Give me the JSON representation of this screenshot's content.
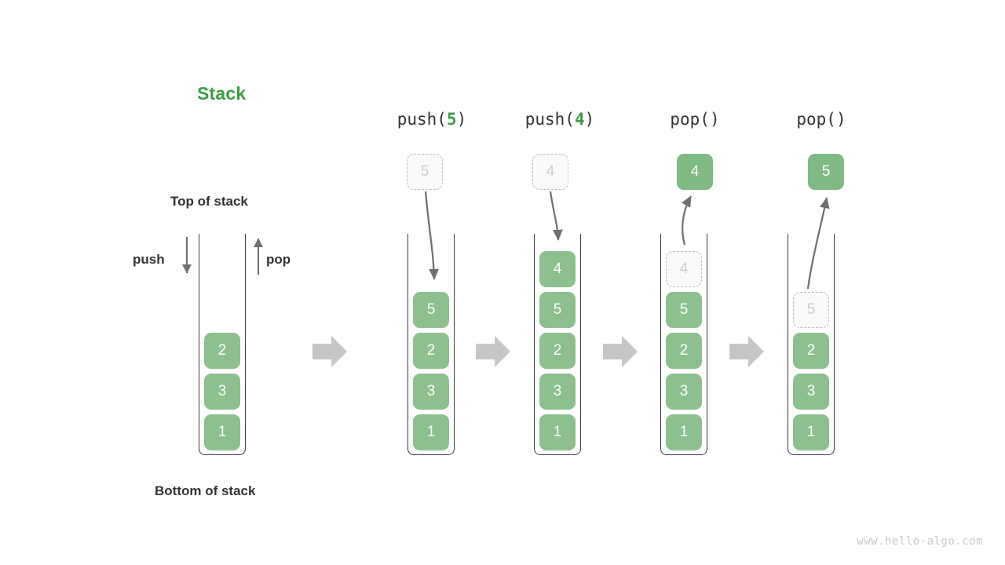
{
  "diagram": {
    "title": "Stack",
    "watermark": "www.hello-algo.com",
    "labels": {
      "top_of_stack": "Top of stack",
      "bottom_of_stack": "Bottom of stack",
      "push": "push",
      "pop": "pop"
    },
    "colors": {
      "title_green": "#3f9c45",
      "cell_green": "#8cc08e",
      "cell_text": "#ffffff",
      "ghost_fill": "#fafafa",
      "ghost_border": "#bdbdbd",
      "ghost_text": "#cccccc",
      "container_stroke": "#3b3b3b",
      "arrow_gray": "#6e6e6e",
      "step_arrow_gray": "#c6c6c6",
      "text_dark": "#333333",
      "watermark_gray": "#c9c9c9"
    }
  },
  "columns": [
    {
      "id": "initial",
      "op_label": null,
      "op_arg": null,
      "cells": [
        "2",
        "3",
        "1"
      ],
      "floating": null,
      "ghost_index": null
    },
    {
      "id": "push-5",
      "op_prefix": "push(",
      "op_arg": "5",
      "op_suffix": ")",
      "ghost_above": "5",
      "cells": [
        "5",
        "2",
        "3",
        "1"
      ],
      "floating": null,
      "ghost_index": null
    },
    {
      "id": "push-4",
      "op_prefix": "push(",
      "op_arg": "4",
      "op_suffix": ")",
      "ghost_above": "4",
      "cells": [
        "4",
        "5",
        "2",
        "3",
        "1"
      ],
      "floating": null,
      "ghost_index": null
    },
    {
      "id": "pop-1",
      "op_prefix": "pop(",
      "op_arg": "",
      "op_suffix": ")",
      "ghost_above": null,
      "cells": [
        "4",
        "5",
        "2",
        "3",
        "1"
      ],
      "ghost_index": 0,
      "floating": "4"
    },
    {
      "id": "pop-2",
      "op_prefix": "pop(",
      "op_arg": "",
      "op_suffix": ")",
      "ghost_above": null,
      "cells": [
        "",
        "5",
        "2",
        "3",
        "1"
      ],
      "ghost_index": 1,
      "floating": "5"
    }
  ],
  "step_arrows": [
    {
      "name": "step-arrow-1"
    },
    {
      "name": "step-arrow-2"
    },
    {
      "name": "step-arrow-3"
    },
    {
      "name": "step-arrow-4"
    }
  ]
}
